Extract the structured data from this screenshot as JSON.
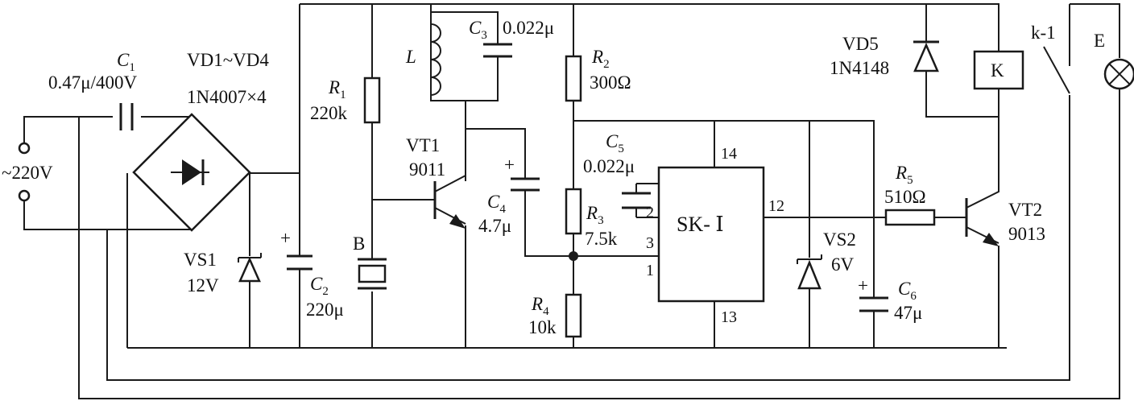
{
  "supply": {
    "label": "~220V"
  },
  "C1": {
    "name": "C",
    "sub": "1",
    "value": "0.47μ/400V"
  },
  "bridge": {
    "name": "VD1~VD4",
    "part": "1N4007×4"
  },
  "VS1": {
    "name": "VS1",
    "value": "12V"
  },
  "C2": {
    "name": "C",
    "sub": "2",
    "value": "220μ",
    "polarity": "+"
  },
  "R1": {
    "name": "R",
    "sub": "1",
    "value": "220k"
  },
  "B": {
    "name": "B"
  },
  "L": {
    "name": "L"
  },
  "C3": {
    "name": "C",
    "sub": "3",
    "value": "0.022μ"
  },
  "VT1": {
    "name": "VT1",
    "part": "9011"
  },
  "C4": {
    "name": "C",
    "sub": "4",
    "value": "4.7μ",
    "polarity": "+"
  },
  "R2": {
    "name": "R",
    "sub": "2",
    "value": "300Ω"
  },
  "C5": {
    "name": "C",
    "sub": "5",
    "value": "0.022μ"
  },
  "R3": {
    "name": "R",
    "sub": "3",
    "value": "7.5k"
  },
  "R4": {
    "name": "R",
    "sub": "4",
    "value": "10k"
  },
  "IC": {
    "name": "SK- Ⅰ",
    "pin_14": "14",
    "pin_2": "2",
    "pin_3": "3",
    "pin_1": "1",
    "pin_12": "12",
    "pin_13": "13"
  },
  "VS2": {
    "name": "VS2",
    "value": "6V"
  },
  "C6": {
    "name": "C",
    "sub": "6",
    "value": "47μ",
    "polarity": "+"
  },
  "R5": {
    "name": "R",
    "sub": "5",
    "value": "510Ω"
  },
  "VT2": {
    "name": "VT2",
    "part": "9013"
  },
  "VD5": {
    "name": "VD5",
    "part": "1N4148"
  },
  "K": {
    "name": "K"
  },
  "k1": {
    "name": "k-1"
  },
  "E": {
    "name": "E"
  }
}
